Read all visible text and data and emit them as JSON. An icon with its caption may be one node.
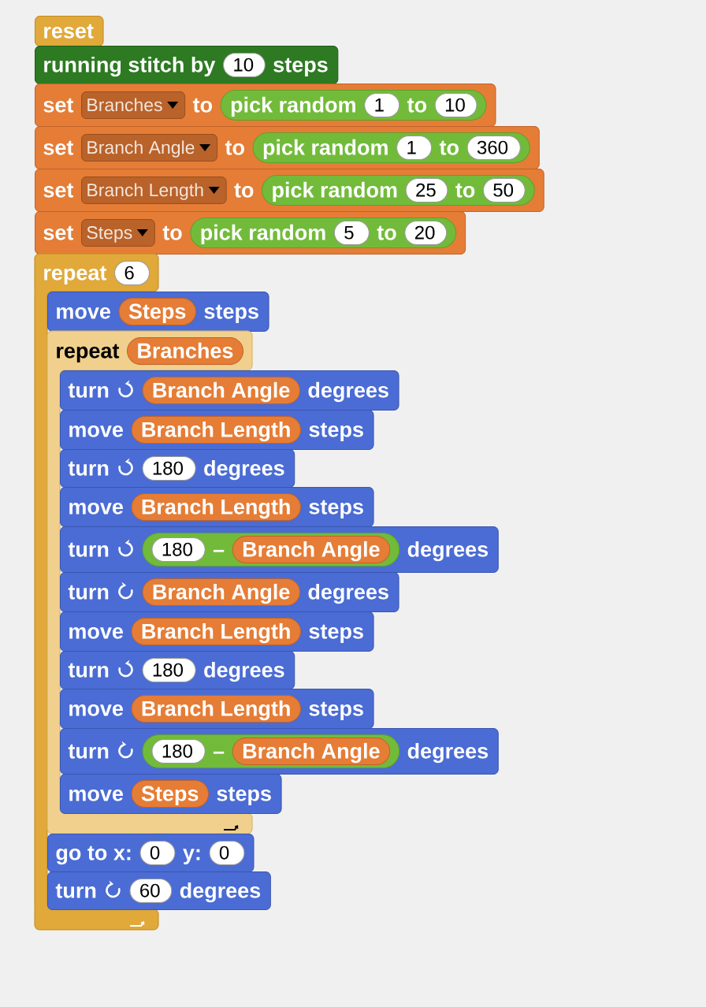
{
  "diagram": {
    "nodes": [
      {
        "text": [
          "reset"
        ]
      },
      {
        "text": [
          "running stitch by",
          "steps"
        ]
      },
      {
        "text": [
          "10"
        ],
        "in": 1
      },
      {
        "text": [
          "set",
          "to"
        ]
      },
      {
        "text": [
          "Branches"
        ],
        "in": 3
      },
      {
        "text": [
          "pick random",
          "to"
        ],
        "in": 3
      },
      {
        "text": [
          "1"
        ],
        "in": 5
      },
      {
        "text": [
          "10"
        ],
        "in": 5
      },
      {
        "text": [
          "set",
          "to"
        ]
      },
      {
        "text": [
          "Branch Angle"
        ],
        "in": 8
      },
      {
        "text": [
          "pick random",
          "to"
        ],
        "in": 8
      },
      {
        "text": [
          "1"
        ],
        "in": 10
      },
      {
        "text": [
          "360"
        ],
        "in": 10
      },
      {
        "text": [
          "set",
          "to"
        ]
      },
      {
        "text": [
          "Branch Length"
        ],
        "in": 13
      },
      {
        "text": [
          "pick random",
          "to"
        ],
        "in": 13
      },
      {
        "text": [
          "25"
        ],
        "in": 15
      },
      {
        "text": [
          "50"
        ],
        "in": 15
      },
      {
        "text": [
          "set",
          "to"
        ]
      },
      {
        "text": [
          "Steps"
        ],
        "in": 18
      },
      {
        "text": [
          "pick random",
          "to"
        ],
        "in": 18
      },
      {
        "text": [
          "5"
        ],
        "in": 20
      },
      {
        "text": [
          "20"
        ],
        "in": 20
      },
      {
        "text": [
          "repeat"
        ]
      },
      {
        "text": [
          "6"
        ],
        "in": 23
      },
      {
        "text": [
          "move",
          "steps"
        ]
      },
      {
        "text": [
          "Steps"
        ],
        "in": 25
      },
      {
        "text": [
          "repeat"
        ]
      },
      {
        "text": [
          "Branches"
        ],
        "in": 27
      },
      {
        "text": [
          "turn",
          "degrees"
        ]
      },
      {
        "text": [
          "Branch Angle"
        ],
        "in": 29
      },
      {
        "text": [
          "move",
          "steps"
        ]
      },
      {
        "text": [
          "Branch Length"
        ],
        "in": 31
      },
      {
        "text": [
          "turn",
          "degrees"
        ]
      },
      {
        "text": [
          "180"
        ],
        "in": 33
      },
      {
        "text": [
          "move",
          "steps"
        ]
      },
      {
        "text": [
          "Branch Length"
        ],
        "in": 35
      },
      {
        "text": [
          "turn",
          "degrees"
        ]
      },
      {
        "text": [
          "–"
        ],
        "in": 37
      },
      {
        "text": [
          "180"
        ],
        "in": 38
      },
      {
        "text": [
          "Branch Angle"
        ],
        "in": 38
      },
      {
        "text": [
          "turn",
          "degrees"
        ]
      },
      {
        "text": [
          "Branch Angle"
        ],
        "in": 41
      },
      {
        "text": [
          "move",
          "steps"
        ]
      },
      {
        "text": [
          "Branch Length"
        ],
        "in": 43
      },
      {
        "text": [
          "turn",
          "degrees"
        ]
      },
      {
        "text": [
          "180"
        ],
        "in": 45
      },
      {
        "text": [
          "move",
          "steps"
        ]
      },
      {
        "text": [
          "Branch Length"
        ],
        "in": 47
      },
      {
        "text": [
          "turn",
          "degrees"
        ]
      },
      {
        "text": [
          "–"
        ],
        "in": 49
      },
      {
        "text": [
          "180"
        ],
        "in": 50
      },
      {
        "text": [
          "Branch Angle"
        ],
        "in": 50
      },
      {
        "text": [
          "move",
          "steps"
        ]
      },
      {
        "text": [
          "Steps"
        ],
        "in": 53
      },
      {
        "text": [
          "go to x:",
          "y:"
        ]
      },
      {
        "text": [
          "0"
        ],
        "in": 55
      },
      {
        "text": [
          "0"
        ],
        "in": 55
      },
      {
        "text": [
          "turn",
          "degrees"
        ]
      },
      {
        "text": [
          "60"
        ],
        "in": 58
      }
    ]
  }
}
